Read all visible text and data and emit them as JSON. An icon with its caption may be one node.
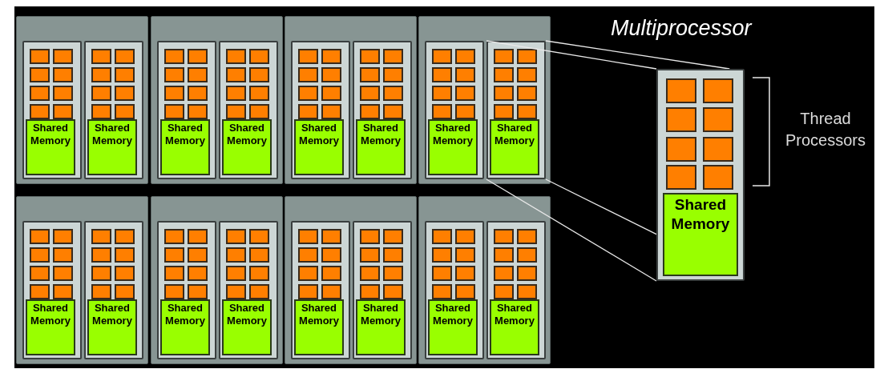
{
  "diagram": {
    "title": "Multiprocessor",
    "nodes": [
      {
        "text": [],
        "shape": "box"
      },
      {
        "text": [],
        "shape": "box",
        "in": 0
      },
      {
        "text": [
          "Shared Memory"
        ],
        "in": 1
      },
      {
        "text": [],
        "shape": "box",
        "in": 0
      },
      {
        "text": [
          "Shared Memory"
        ],
        "in": 3
      },
      {
        "text": [],
        "shape": "box"
      },
      {
        "text": [],
        "shape": "box",
        "in": 5
      },
      {
        "text": [
          "Shared Memory"
        ],
        "in": 6
      },
      {
        "text": [],
        "shape": "box",
        "in": 5
      },
      {
        "text": [
          "Shared Memory"
        ],
        "in": 8
      },
      {
        "text": [],
        "shape": "box"
      },
      {
        "text": [],
        "shape": "box",
        "in": 10
      },
      {
        "text": [
          "Shared Memory"
        ],
        "in": 11
      },
      {
        "text": [],
        "shape": "box",
        "in": 10
      },
      {
        "text": [
          "Shared Memory"
        ],
        "in": 13
      },
      {
        "text": [],
        "shape": "box"
      },
      {
        "text": [],
        "shape": "box",
        "in": 15
      },
      {
        "text": [
          "Shared Memory"
        ],
        "in": 16
      },
      {
        "text": [],
        "shape": "box",
        "in": 15
      },
      {
        "text": [
          "Shared Memory"
        ],
        "in": 18
      },
      {
        "text": [],
        "shape": "box"
      },
      {
        "text": [],
        "shape": "box",
        "in": 20
      },
      {
        "text": [
          "Shared Memory"
        ],
        "in": 21
      },
      {
        "text": [],
        "shape": "box",
        "in": 20
      },
      {
        "text": [
          "Shared Memory"
        ],
        "in": 23
      },
      {
        "text": [],
        "shape": "box"
      },
      {
        "text": [],
        "shape": "box",
        "in": 25
      },
      {
        "text": [
          "Shared Memory"
        ],
        "in": 26
      },
      {
        "text": [],
        "shape": "box",
        "in": 25
      },
      {
        "text": [
          "Shared Memory"
        ],
        "in": 28
      },
      {
        "text": [],
        "shape": "box"
      },
      {
        "text": [],
        "shape": "box",
        "in": 30
      },
      {
        "text": [
          "Shared Memory"
        ],
        "in": 31
      },
      {
        "text": [],
        "shape": "box",
        "in": 30
      },
      {
        "text": [
          "Shared Memory"
        ],
        "in": 33
      },
      {
        "text": [],
        "shape": "box"
      },
      {
        "text": [],
        "shape": "box",
        "in": 35
      },
      {
        "text": [
          "Shared Memory"
        ],
        "in": 36
      },
      {
        "text": [],
        "shape": "box",
        "in": 35
      },
      {
        "text": [
          "Shared Memory"
        ],
        "in": 38
      },
      {
        "text": [],
        "shape": "box"
      },
      {
        "text": [
          "Shared Memory"
        ],
        "in": 40
      }
    ],
    "edges": [
      {
        "from": 18,
        "to": 40,
        "arrow": "none"
      },
      {
        "from": 18,
        "to": 40,
        "arrow": "none"
      },
      {
        "from": 18,
        "to": 40,
        "arrow": "none"
      },
      {
        "from": 18,
        "to": 40,
        "arrow": "none"
      }
    ],
    "labels": [
      "Thread Processors"
    ]
  }
}
